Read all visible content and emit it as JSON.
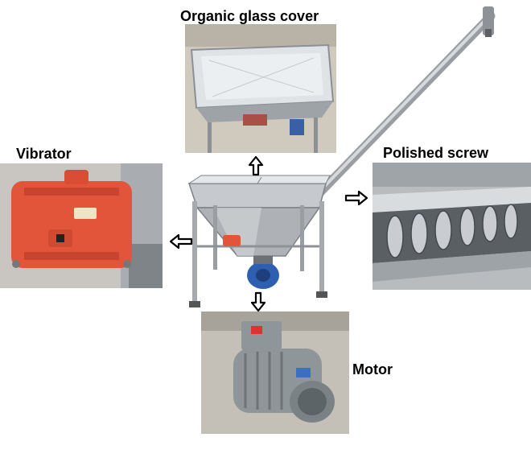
{
  "labels": {
    "cover": "Organic glass cover",
    "vibrator": "Vibrator",
    "screw": "Polished screw",
    "motor": "Motor"
  },
  "colors": {
    "steel": "#b9bcc0",
    "steel_dark": "#7d8186",
    "vibrator_orange": "#e2553b",
    "motor_gray": "#8f9699",
    "motor_blue": "#2f5fb0",
    "arrow": "#000000"
  },
  "icons": {
    "arrow_up": "arrow-up-icon",
    "arrow_left": "arrow-left-icon",
    "arrow_right": "arrow-right-icon",
    "arrow_down": "arrow-down-icon"
  }
}
